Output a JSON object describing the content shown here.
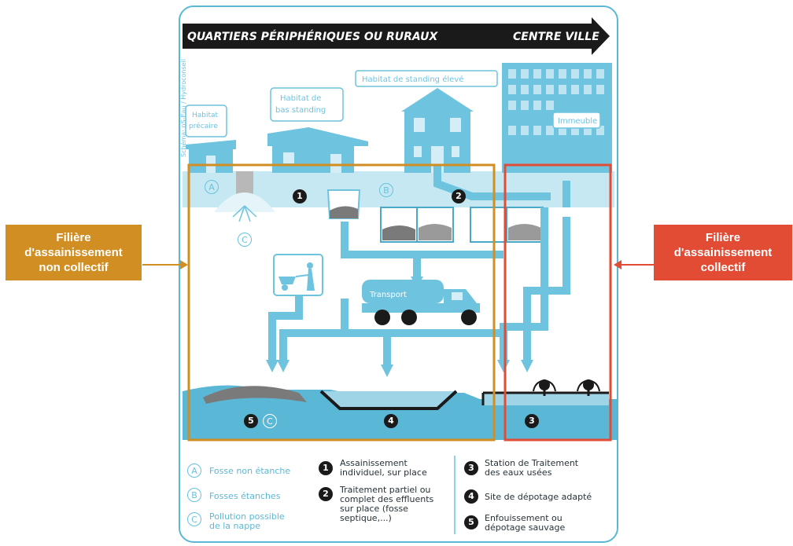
{
  "banner": {
    "left": "QUARTIERS PÉRIPHÉRIQUES OU RURAUX",
    "right": "CENTRE VILLE"
  },
  "credit": "Schéma: pS-Eau / Hydroconseil",
  "houses": {
    "precaire": [
      "Habitat",
      "précaire"
    ],
    "bas_standing": [
      "Habitat de",
      "bas standing"
    ],
    "standing_eleve": "Habitat de standing élevé",
    "immeuble": "Immeuble"
  },
  "truck": "Transport",
  "markers": {
    "A": "A",
    "B": "B",
    "C": "C",
    "n1": "1",
    "n2": "2",
    "n3": "3",
    "n4": "4",
    "n5": "5"
  },
  "side_labels": {
    "left": [
      "Filière",
      "d'assainissement",
      "non collectif"
    ],
    "right": [
      "Filière",
      "d'assainissement",
      "collectif"
    ]
  },
  "legend": {
    "A": "Fosse non étanche",
    "B": "Fosses étanches",
    "C": [
      "Pollution possible",
      "de la nappe"
    ],
    "n1": [
      "Assainissement",
      "individuel, sur place"
    ],
    "n2": [
      "Traitement partiel ou",
      "complet des effluents",
      "sur place (fosse",
      "septique,...)"
    ],
    "n3": [
      "Station de Traitement",
      "des eaux usées"
    ],
    "n4": "Site de dépotage adapté",
    "n5": [
      "Enfouissement ou",
      "dépotage sauvage"
    ]
  },
  "colors": {
    "pipe": "#6ec3df",
    "frame": "#5ab8d6",
    "orange": "#d08e23",
    "red": "#e24c34",
    "ground": "#a9dcec",
    "dark": "#1a1a1a"
  }
}
